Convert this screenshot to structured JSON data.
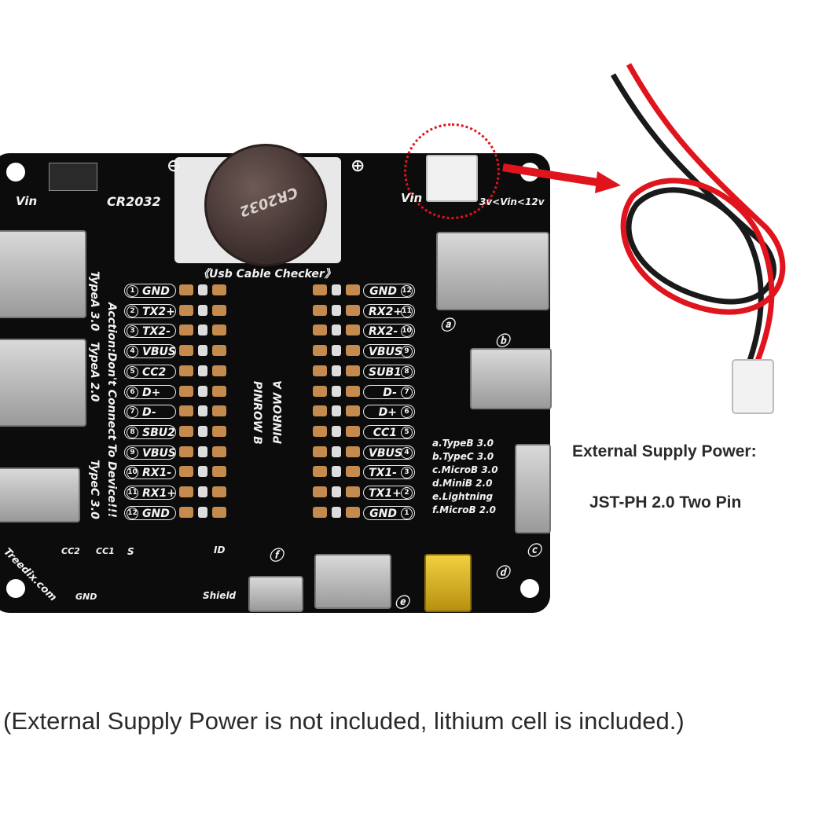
{
  "board": {
    "vin_left": "Vin",
    "cr2032": "CR2032",
    "vin_right": "Vin",
    "vin_range": "3v<Vin<12v",
    "battery_text": "CR2032",
    "minus": "⊖",
    "plus": "⊕",
    "checker_title": "《Usb Cable Checker》",
    "side_text_1": "TypeA 3.0",
    "side_text_2": "Acction:Don't Connect To Device!!!",
    "side_text_3": "TypeA 2.0",
    "side_text_4": "TypeC 3.0",
    "row_b_label": "PINROW B",
    "row_a_label": "PINROW A",
    "brand": "Treedix.com",
    "gnd": "GND",
    "cc1": "CC1",
    "cc2": "CC2",
    "s": "S",
    "id": "ID",
    "shield": "Shield",
    "port_labels": [
      "ⓐ",
      "ⓑ",
      "ⓒ",
      "ⓓ",
      "ⓔ",
      "ⓕ"
    ]
  },
  "left_pins": [
    {
      "num": "1",
      "label": "GND"
    },
    {
      "num": "2",
      "label": "TX2+"
    },
    {
      "num": "3",
      "label": "TX2-"
    },
    {
      "num": "4",
      "label": "VBUS"
    },
    {
      "num": "5",
      "label": "CC2"
    },
    {
      "num": "6",
      "label": "D+"
    },
    {
      "num": "7",
      "label": "D-"
    },
    {
      "num": "8",
      "label": "SBU2"
    },
    {
      "num": "9",
      "label": "VBUS"
    },
    {
      "num": "10",
      "label": "RX1-"
    },
    {
      "num": "11",
      "label": "RX1+"
    },
    {
      "num": "12",
      "label": "GND"
    }
  ],
  "right_pins": [
    {
      "num": "12",
      "label": "GND"
    },
    {
      "num": "11",
      "label": "RX2+"
    },
    {
      "num": "10",
      "label": "RX2-"
    },
    {
      "num": "9",
      "label": "VBUS"
    },
    {
      "num": "8",
      "label": "SUB1"
    },
    {
      "num": "7",
      "label": "D-"
    },
    {
      "num": "6",
      "label": "D+"
    },
    {
      "num": "5",
      "label": "CC1"
    },
    {
      "num": "4",
      "label": "VBUS"
    },
    {
      "num": "3",
      "label": "TX1-"
    },
    {
      "num": "2",
      "label": "TX1+"
    },
    {
      "num": "1",
      "label": "GND"
    }
  ],
  "legend": [
    "a.TypeB 3.0",
    "b.TypeC 3.0",
    "c.MicroB 3.0",
    "d.MiniB 2.0",
    "e.Lightning",
    "f.MicroB 2.0"
  ],
  "info": {
    "line1": "External Supply Power:",
    "line2": "JST-PH 2.0 Two Pin"
  },
  "caption": "(External Supply Power is not included, lithium cell is included.)",
  "colors": {
    "board": "#0c0c0c",
    "wire_red": "#e0141c",
    "wire_black": "#1a1a1a",
    "arrow": "#e0141c",
    "pad": "#c58a4d"
  }
}
